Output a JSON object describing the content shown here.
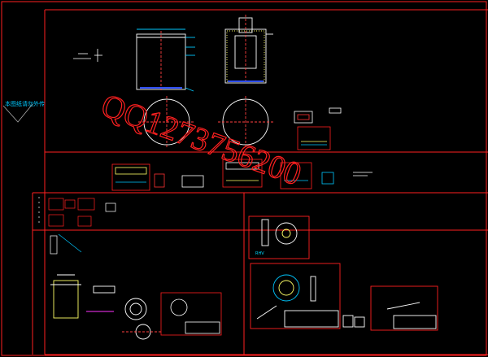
{
  "watermark": {
    "text": "QQ1273756200"
  },
  "side_label": {
    "text": "本图纸请勿外传"
  },
  "rh_label": {
    "text": "RHV"
  },
  "colors": {
    "background": "#000000",
    "frame": "#ff2020",
    "cyan": "#00c8ff",
    "white": "#ffffff",
    "yellow": "#ffff66",
    "green": "#33ff66",
    "magenta": "#ff33ff",
    "blue": "#3050ff"
  }
}
